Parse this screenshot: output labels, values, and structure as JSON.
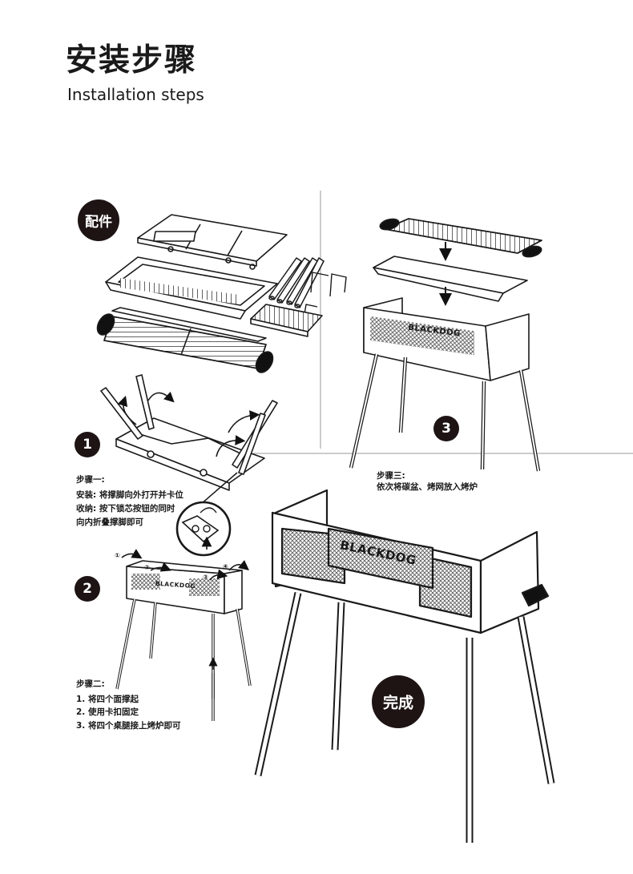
{
  "title": {
    "zh": "安装步骤",
    "en": "Installation steps"
  },
  "parts_badge": "配件",
  "done_badge": "完成",
  "brand": "BLACKDOG",
  "step_numbers": [
    "1",
    "2",
    "3"
  ],
  "step1": {
    "title": "步骤一:",
    "lines": [
      "安装: 将撑脚向外打开并卡位",
      "收纳: 按下锁芯按钮的同时",
      "向内折叠撑脚即可"
    ]
  },
  "step2": {
    "title": "步骤二:",
    "lines": [
      "1. 将四个面撑起",
      "2. 使用卡扣固定",
      "3. 将四个桌腿接上烤炉即可"
    ]
  },
  "step3": {
    "title": "步骤三:",
    "lines": [
      "依次将碳盆、烤网放入烤炉"
    ]
  },
  "callouts": [
    "①",
    "②",
    "③",
    "④"
  ],
  "colors": {
    "ink": "#1a1a1a",
    "badge": "#1e1414",
    "mesh": "#555555"
  },
  "icons": [
    "grill-grate",
    "charcoal-tray",
    "folding-table",
    "leg-tubes",
    "wire-rack",
    "arrow-down-icon",
    "arrow-up-icon",
    "curved-arrow-icon"
  ]
}
